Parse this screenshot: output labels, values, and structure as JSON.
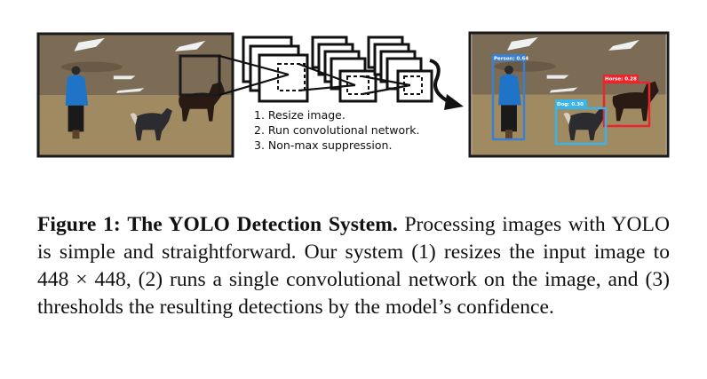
{
  "figure": {
    "steps": [
      "1. Resize image.",
      "2. Run convolutional network.",
      "3. Non-max suppression."
    ],
    "detections": [
      {
        "label": "Person: 0.64",
        "color": "#3b7fd0"
      },
      {
        "label": "Horse: 0.28",
        "color": "#e8262b"
      },
      {
        "label": "Dog: 0.30",
        "color": "#3ab4e8"
      }
    ]
  },
  "caption": {
    "label": "Figure 1:",
    "title": "The YOLO Detection System.",
    "body": "Processing images with YOLO is simple and straightforward. Our system (1) resizes the input image to 448 × 448, (2) runs a single convolutional network on the image, and (3) thresholds the resulting detections by the model’s confidence."
  }
}
